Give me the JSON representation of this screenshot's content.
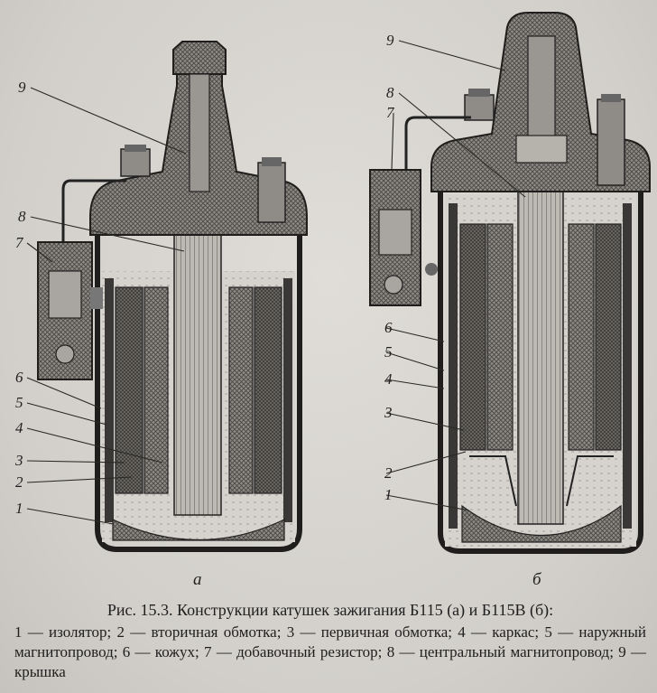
{
  "figure": {
    "title": "Рис. 15.3. Конструкции катушек зажигания Б115 (а) и Б115В (б):",
    "legend": "1 — изолятор; 2 — вторичная обмотка; 3 — первичная обмотка; 4 — каркас; 5 — наружный магнитопровод; 6 — кожух; 7 — добавочный резистор; 8 — центральный магнитопровод; 9 — крышка",
    "sublabel_a": "а",
    "sublabel_b": "б"
  },
  "callouts_a": [
    "9",
    "8",
    "7",
    "6",
    "5",
    "4",
    "3",
    "2",
    "1"
  ],
  "callouts_b": [
    "9",
    "8",
    "7",
    "6",
    "5",
    "4",
    "3",
    "2",
    "1"
  ]
}
